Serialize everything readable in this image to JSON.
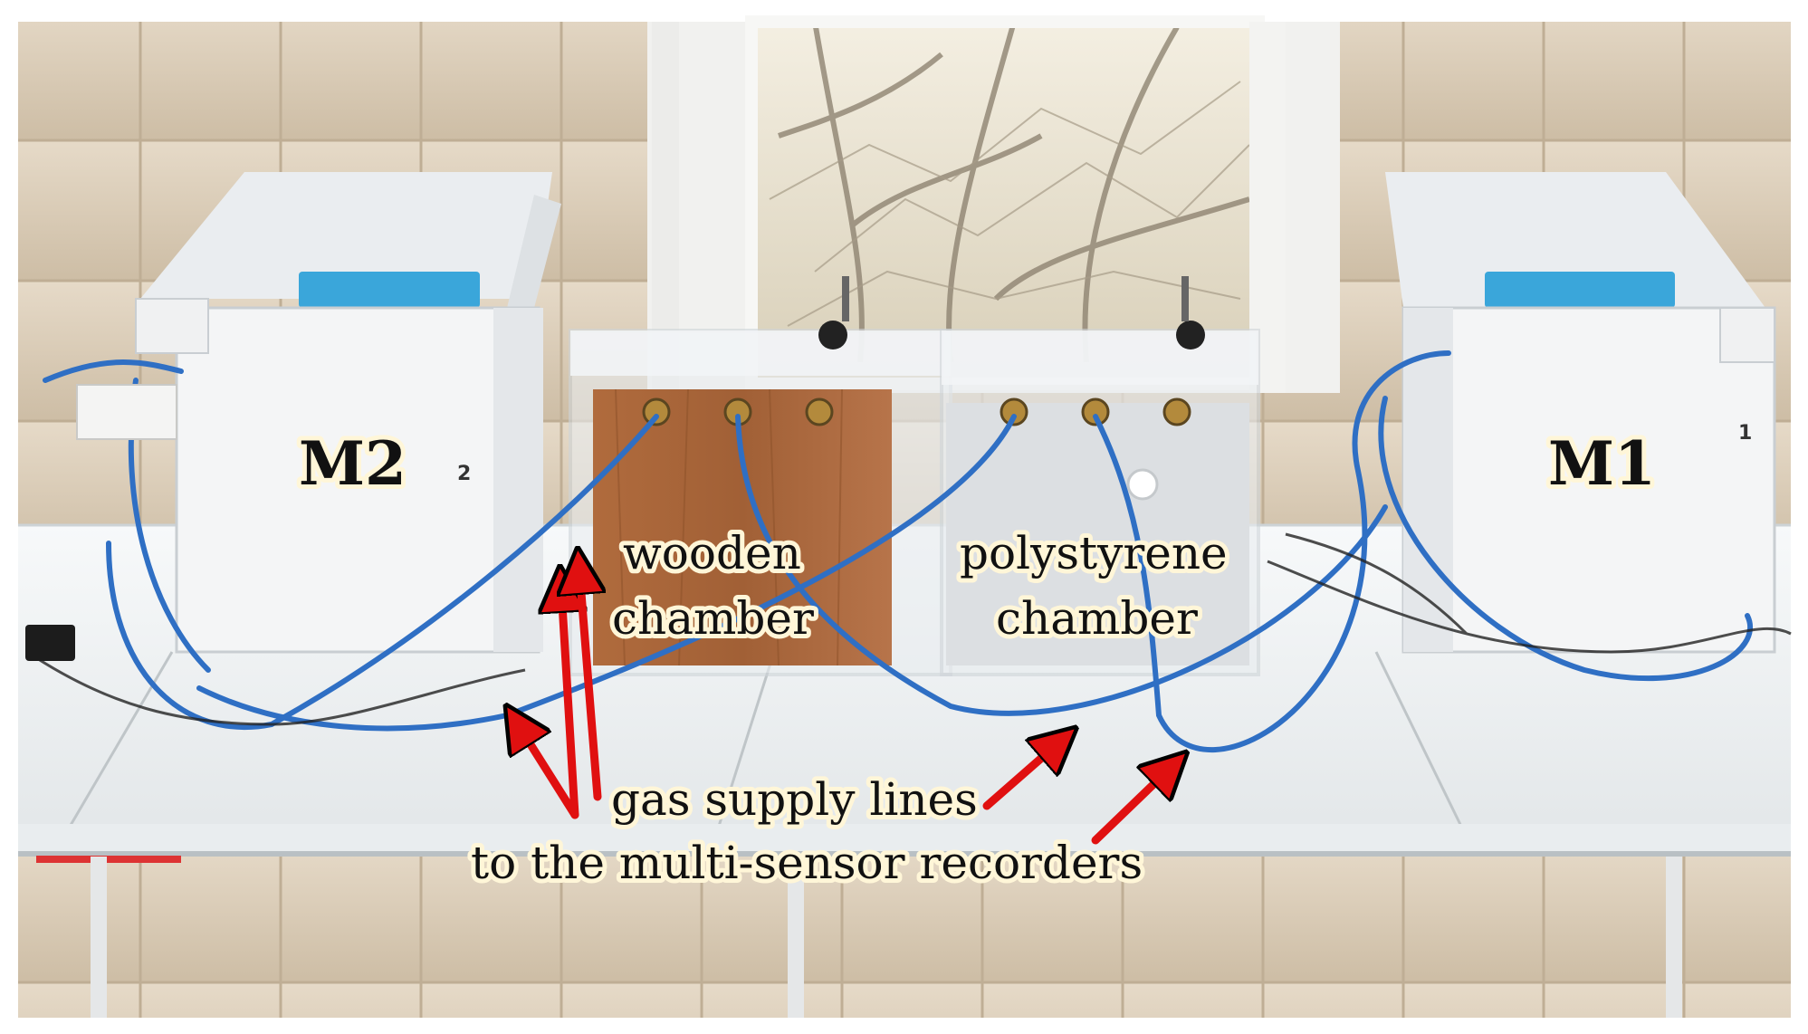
{
  "labels": {
    "m2": "M2",
    "m1": "M1",
    "wooden_line1": "wooden",
    "wooden_line2": "chamber",
    "poly_line1": "polystyrene",
    "poly_line2": "chamber",
    "gas_line1": "gas supply lines",
    "gas_line2": "to the multi-sensor recorders",
    "recorder_m2_number": "2",
    "recorder_m1_number": "1"
  },
  "colors": {
    "arrow": "#e01010",
    "tube": "#2f6fc4",
    "wood": "#a7653a",
    "polystyrene": "#dcdfe2",
    "table": "#f2f4f5",
    "wall_tile": "#d9cab4"
  }
}
